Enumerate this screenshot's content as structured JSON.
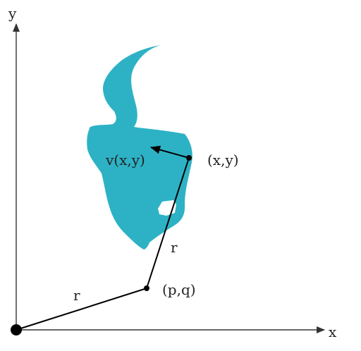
{
  "labels": {
    "y_axis": "y",
    "x_axis": "x",
    "velocity": "v(x,y)",
    "point_xy": "(x,y)",
    "point_pq": "(p,q)",
    "radius_lower": "r",
    "radius_upper": "r"
  },
  "colors": {
    "blob": "#2DB2C5",
    "line": "#000000",
    "axis": "#333333"
  }
}
